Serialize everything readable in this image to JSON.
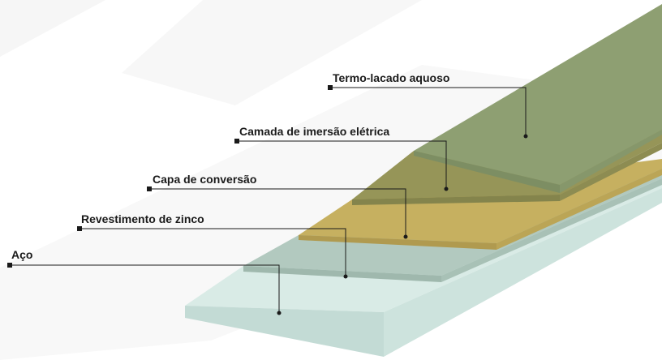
{
  "layers": [
    {
      "id": "steel",
      "label": "Aço",
      "top_color": "#d9ebe6",
      "front_color": "#c3dbd5",
      "side_color": "#cde3dd"
    },
    {
      "id": "zinc",
      "label": "Revestimento de zinco",
      "top_color": "#b2c9bf",
      "front_color": "#9fb8ad",
      "side_color": "#a8c1b6"
    },
    {
      "id": "conversion",
      "label": "Capa de conversão",
      "top_color": "#c6b060",
      "front_color": "#b09a4f",
      "side_color": "#bba556"
    },
    {
      "id": "electrodip",
      "label": "Camada de imersão elétrica",
      "top_color": "#969558",
      "front_color": "#84844c",
      "side_color": "#8d8c52"
    },
    {
      "id": "powder",
      "label": "Termo-lacado aquoso",
      "top_color": "#8e9f72",
      "front_color": "#7d8e63",
      "side_color": "#86976b"
    }
  ]
}
